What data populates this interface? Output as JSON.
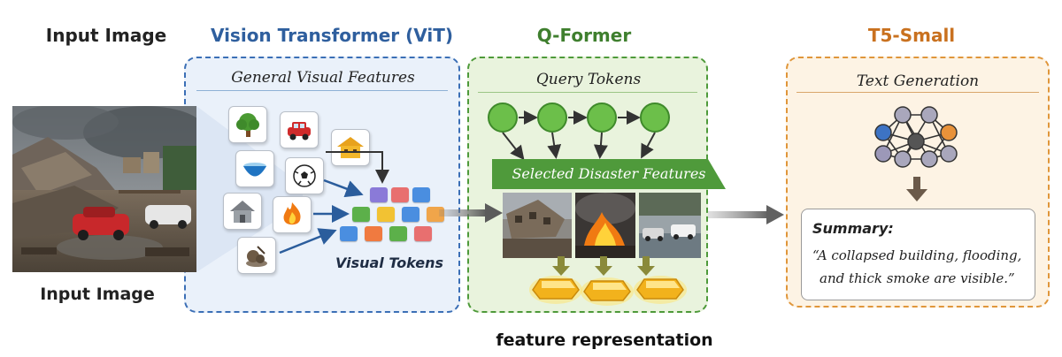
{
  "header": {
    "input_image_title": "Input Image",
    "vit_title": "Vision Transformer (ViT)",
    "qformer_title": "Q-Former",
    "t5_title": "T5-Small"
  },
  "vit_panel": {
    "subtitle": "General Visual Features",
    "tokens_label": "Visual Tokens",
    "icons": [
      "tree-icon",
      "car-icon",
      "house-yellow-icon",
      "bowl-icon",
      "soccer-ball-icon",
      "house-gray-icon",
      "fire-icon",
      "debris-icon"
    ]
  },
  "qformer_panel": {
    "subtitle": "Query Tokens",
    "banner_label": "Selected Disaster Features"
  },
  "t5_panel": {
    "subtitle": "Text Generation",
    "summary_heading": "Summary:",
    "summary_text_line1": "“A collapsed building, flooding,",
    "summary_text_line2": "and thick smoke are visible.”"
  },
  "footer": {
    "input_image_label": "Input Image",
    "feature_caption": "feature representation"
  },
  "colors": {
    "vit_border": "#3b6fb6",
    "vit_title": "#2f5f9e",
    "vit_fill": "#eaf1fa",
    "qformer_border": "#4e9a3a",
    "qformer_title": "#3f7f2e",
    "qformer_fill": "#e9f3dd",
    "t5_border": "#e0963a",
    "t5_title": "#c9711f",
    "t5_fill": "#fdf3e4",
    "query_node": "#6cbf4a",
    "banner": "#4f9a3b"
  }
}
